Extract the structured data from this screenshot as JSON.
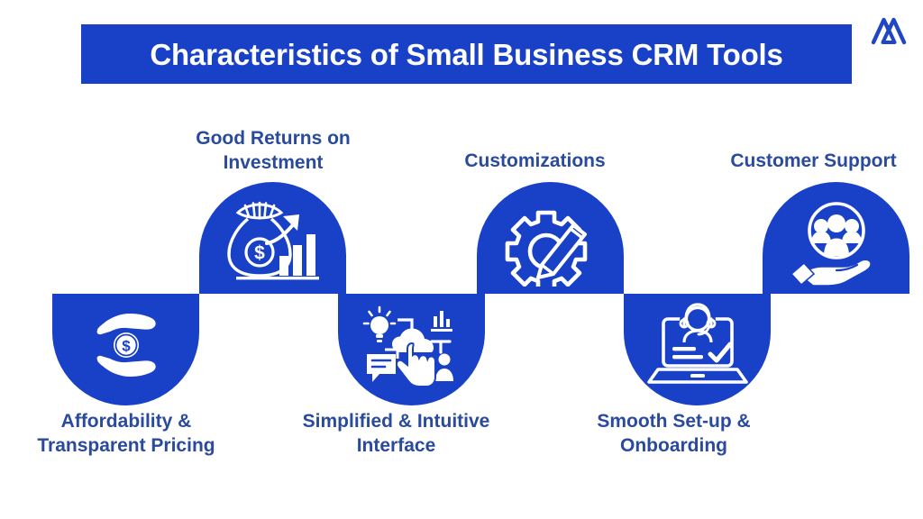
{
  "page": {
    "background_color": "#ffffff",
    "brand_blue": "#1941c8",
    "label_blue": "#2a4a9e",
    "icon_white": "#ffffff"
  },
  "header": {
    "title": "Characteristics of Small Business CRM Tools",
    "banner_color": "#1941c8",
    "title_color": "#ffffff"
  },
  "logo": {
    "name": "mountain-logo",
    "color": "#1f47c4",
    "alt": "mountain-m-logo"
  },
  "diagram": {
    "type": "alternating-dome-sequence",
    "node_count": 6,
    "nodes": [
      {
        "index": 1,
        "position": "bottom",
        "label": "Affordability &\nTransparent Pricing",
        "label_line1": "Affordability &",
        "label_line2": "Transparent Pricing",
        "icon": "hands-holding-dollar-coin-icon",
        "shape_color": "#1941c8"
      },
      {
        "index": 2,
        "position": "top",
        "label": "Good Returns on\nInvestment",
        "label_line1": "Good Returns on",
        "label_line2": "Investment",
        "icon": "money-bag-growth-chart-icon",
        "shape_color": "#1941c8"
      },
      {
        "index": 3,
        "position": "bottom",
        "label": "Simplified & Intuitive\nInterface",
        "label_line1": "Simplified & Intuitive",
        "label_line2": "Interface",
        "icon": "interface-touch-cloud-icon",
        "shape_color": "#1941c8"
      },
      {
        "index": 4,
        "position": "top",
        "label": "Customizations",
        "label_line1": "Customizations",
        "label_line2": "",
        "icon": "gear-pencil-icon",
        "shape_color": "#1941c8"
      },
      {
        "index": 5,
        "position": "bottom",
        "label": "Smooth Set-up &\nOnboarding",
        "label_line1": "Smooth Set-up &",
        "label_line2": "Onboarding",
        "icon": "laptop-support-agent-check-icon",
        "shape_color": "#1941c8"
      },
      {
        "index": 6,
        "position": "top",
        "label": "Customer Support",
        "label_line1": "Customer Support",
        "label_line2": "",
        "icon": "hand-holding-people-group-icon",
        "shape_color": "#1941c8"
      }
    ]
  }
}
